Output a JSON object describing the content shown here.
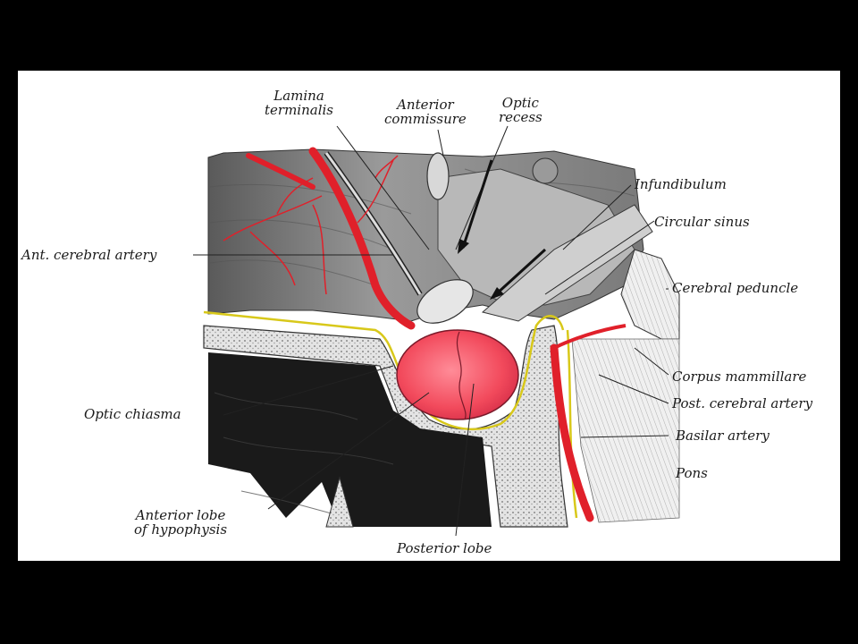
{
  "labels": {
    "lamina_terminalis": [
      "Lamina",
      "terminalis"
    ],
    "anterior_commissure": [
      "Anterior",
      "commissure"
    ],
    "optic_recess": [
      "Optic",
      "recess"
    ],
    "infundibulum": "Infundibulum",
    "circular_sinus": "Circular sinus",
    "ant_cerebral_artery": "Ant. cerebral artery",
    "cerebral_peduncle": "Cerebral peduncle",
    "corpus_mammillare": "Corpus mammillare",
    "post_cerebral_artery": "Post. cerebral artery",
    "optic_chiasma": "Optic chiasma",
    "basilar_artery": "Basilar artery",
    "pons": "Pons",
    "anterior_lobe": [
      "Anterior lobe",
      "of hypophysis"
    ],
    "posterior_lobe": "Posterior lobe"
  },
  "colors": {
    "background": "#000000",
    "plate": "#ffffff",
    "artery": "#e0202a",
    "hypophysis": "#f24a5c",
    "bone": "#d8d8d8",
    "sinus_outline": "#d8c81a",
    "tissue_dark": "#1e1e1e",
    "tissue_mid": "#8a8a8a",
    "tissue_light": "#c8c8c8"
  }
}
